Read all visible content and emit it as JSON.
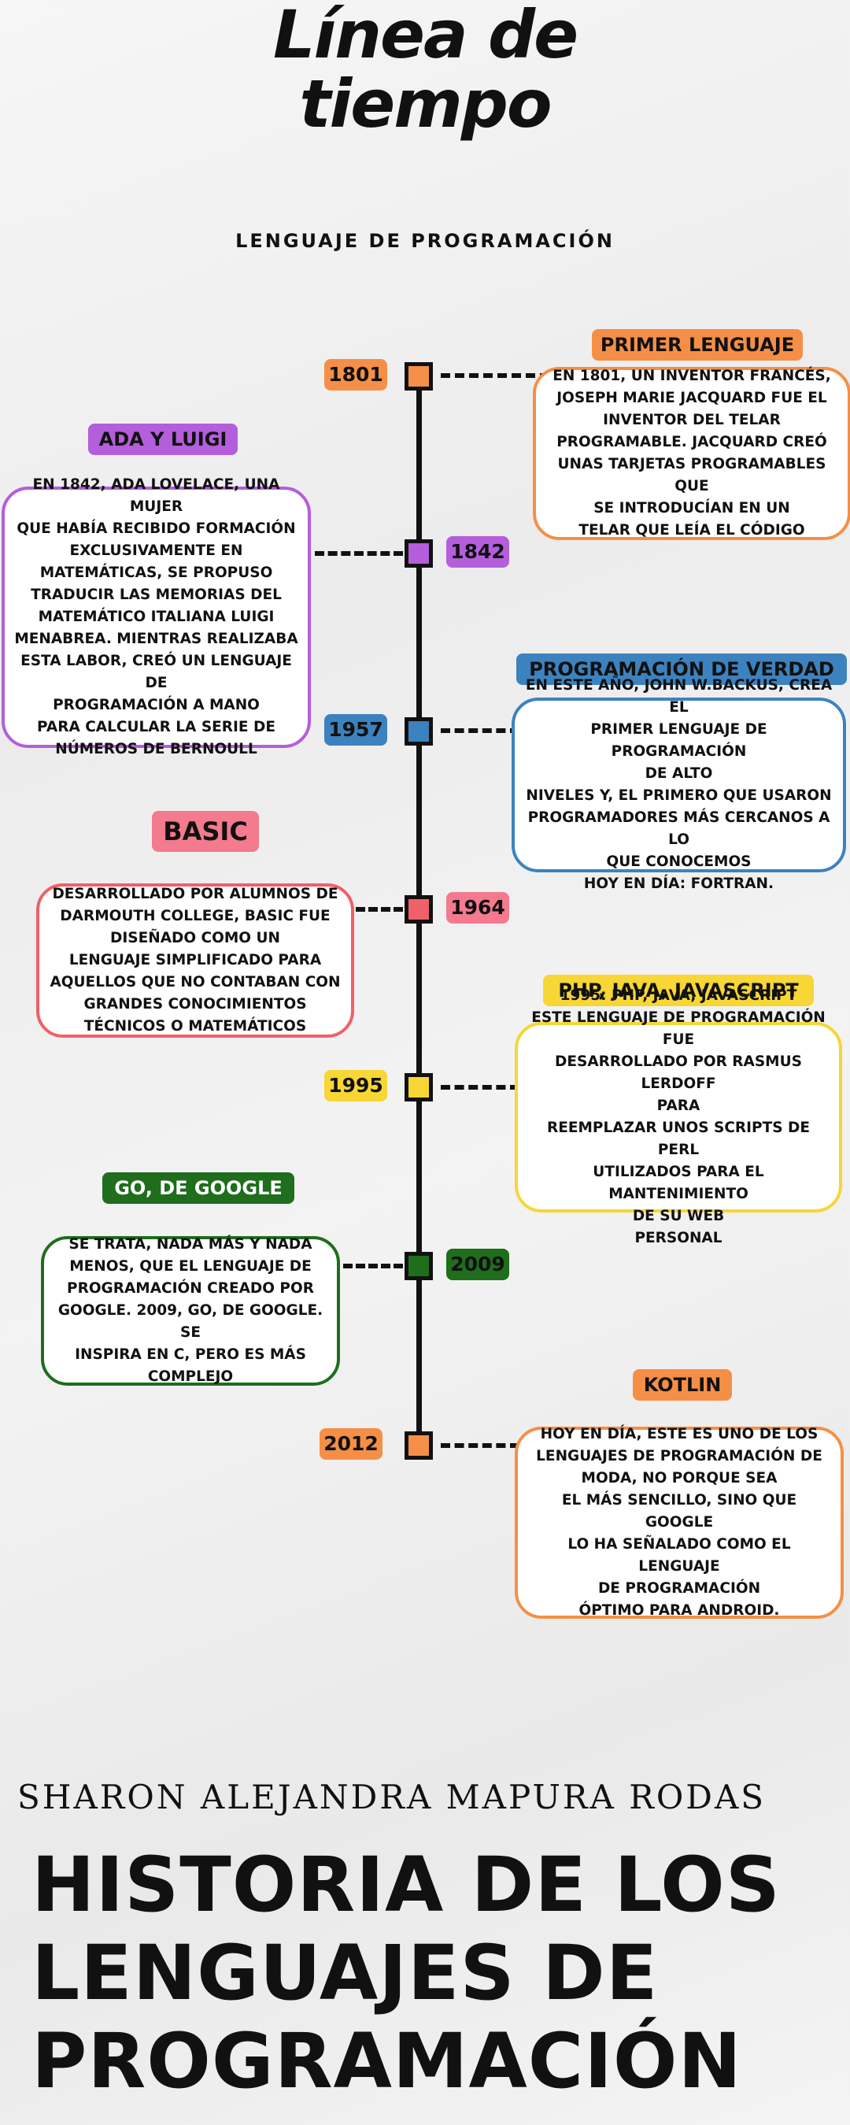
{
  "title_line1": "Línea de",
  "title_line2": "tiempo",
  "subtitle": "LENGUAJE DE PROGRAMACIÓN",
  "colors": {
    "orange": "#f58f47",
    "purple": "#b45edb",
    "blue": "#3c82bf",
    "red": "#f06068",
    "pink": "#f47a8e",
    "yellow": "#f7d635",
    "green": "#1e6e1c"
  },
  "events": [
    {
      "year": "1801",
      "heading": "PRIMER LENGUAJE",
      "text": "EN 1801, UN INVENTOR FRANCÉS,\nJOSEPH MARIE JACQUARD FUE EL\nINVENTOR DEL TELAR\nPROGRAMABLE. JACQUARD CREÓ\nUNAS TARJETAS PROGRAMABLES QUE\nSE INTRODUCÍAN EN UN\nTELAR QUE LEÍA EL CÓDIGO"
    },
    {
      "year": "1842",
      "heading": "ADA Y LUIGI",
      "text": "EN 1842, ADA LOVELACE, UNA MUJER\nQUE HABÍA RECIBIDO FORMACIÓN\nEXCLUSIVAMENTE EN\nMATEMÁTICAS, SE PROPUSO\nTRADUCIR LAS MEMORIAS DEL\nMATEMÁTICO ITALIANA LUIGI\nMENABREA. MIENTRAS REALIZABA\nESTA LABOR, CREÓ UN LENGUAJE DE\nPROGRAMACIÓN A MANO\nPARA CALCULAR LA SERIE DE\nNÚMEROS DE BERNOULL"
    },
    {
      "year": "1957",
      "heading": "PROGRAMACIÓN DE VERDAD",
      "text": "EN ESTE AÑO, JOHN W.BACKUS, CREA EL\nPRIMER LENGUAJE DE PROGRAMACIÓN\nDE ALTO\nNIVELES Y, EL PRIMERO QUE USARON\nPROGRAMADORES MÁS CERCANOS A LO\nQUE CONOCEMOS\nHOY EN DÍA: FORTRAN."
    },
    {
      "year": "1964",
      "heading": "BASIC",
      "text": "DESARROLLADO POR ALUMNOS DE\nDARMOUTH COLLEGE, BASIC FUE\nDISEÑADO COMO UN\nLENGUAJE SIMPLIFICADO PARA\nAQUELLOS QUE NO CONTABAN CON\nGRANDES CONOCIMIENTOS\nTÉCNICOS O MATEMÁTICOS"
    },
    {
      "year": "1995",
      "heading": "PHP, JAVA, JAVASCRIPT",
      "text": "1995: PHP, JAVA, JAVASCRIPT\nESTE LENGUAJE DE PROGRAMACIÓN FUE\nDESARROLLADO POR RASMUS LERDOFF\nPARA\nREEMPLAZAR UNOS SCRIPTS DE PERL\nUTILIZADOS PARA EL MANTENIMIENTO\nDE SU WEB\nPERSONAL"
    },
    {
      "year": "2009",
      "heading": "GO, DE GOOGLE",
      "text": "SE TRATA, NADA MÁS Y NADA\nMENOS, QUE EL LENGUAJE DE\nPROGRAMACIÓN CREADO POR\nGOOGLE. 2009, GO, DE GOOGLE. SE\nINSPIRA EN C, PERO ES MÁS\nCOMPLEJO"
    },
    {
      "year": "2012",
      "heading": "KOTLIN",
      "text": "HOY EN DÍA, ESTE ES UNO DE LOS\nLENGUAJES DE PROGRAMACIÓN DE\nMODA, NO PORQUE SEA\nEL MÁS SENCILLO, SINO QUE GOOGLE\nLO HA SEÑALADO COMO EL LENGUAJE\nDE PROGRAMACIÓN\nÓPTIMO PARA ANDROID."
    }
  ],
  "author": "SHARON ALEJANDRA MAPURA  RODAS",
  "footer": "HISTORIA DE LOS\nLENGUAJES DE\nPROGRAMACIÓN"
}
